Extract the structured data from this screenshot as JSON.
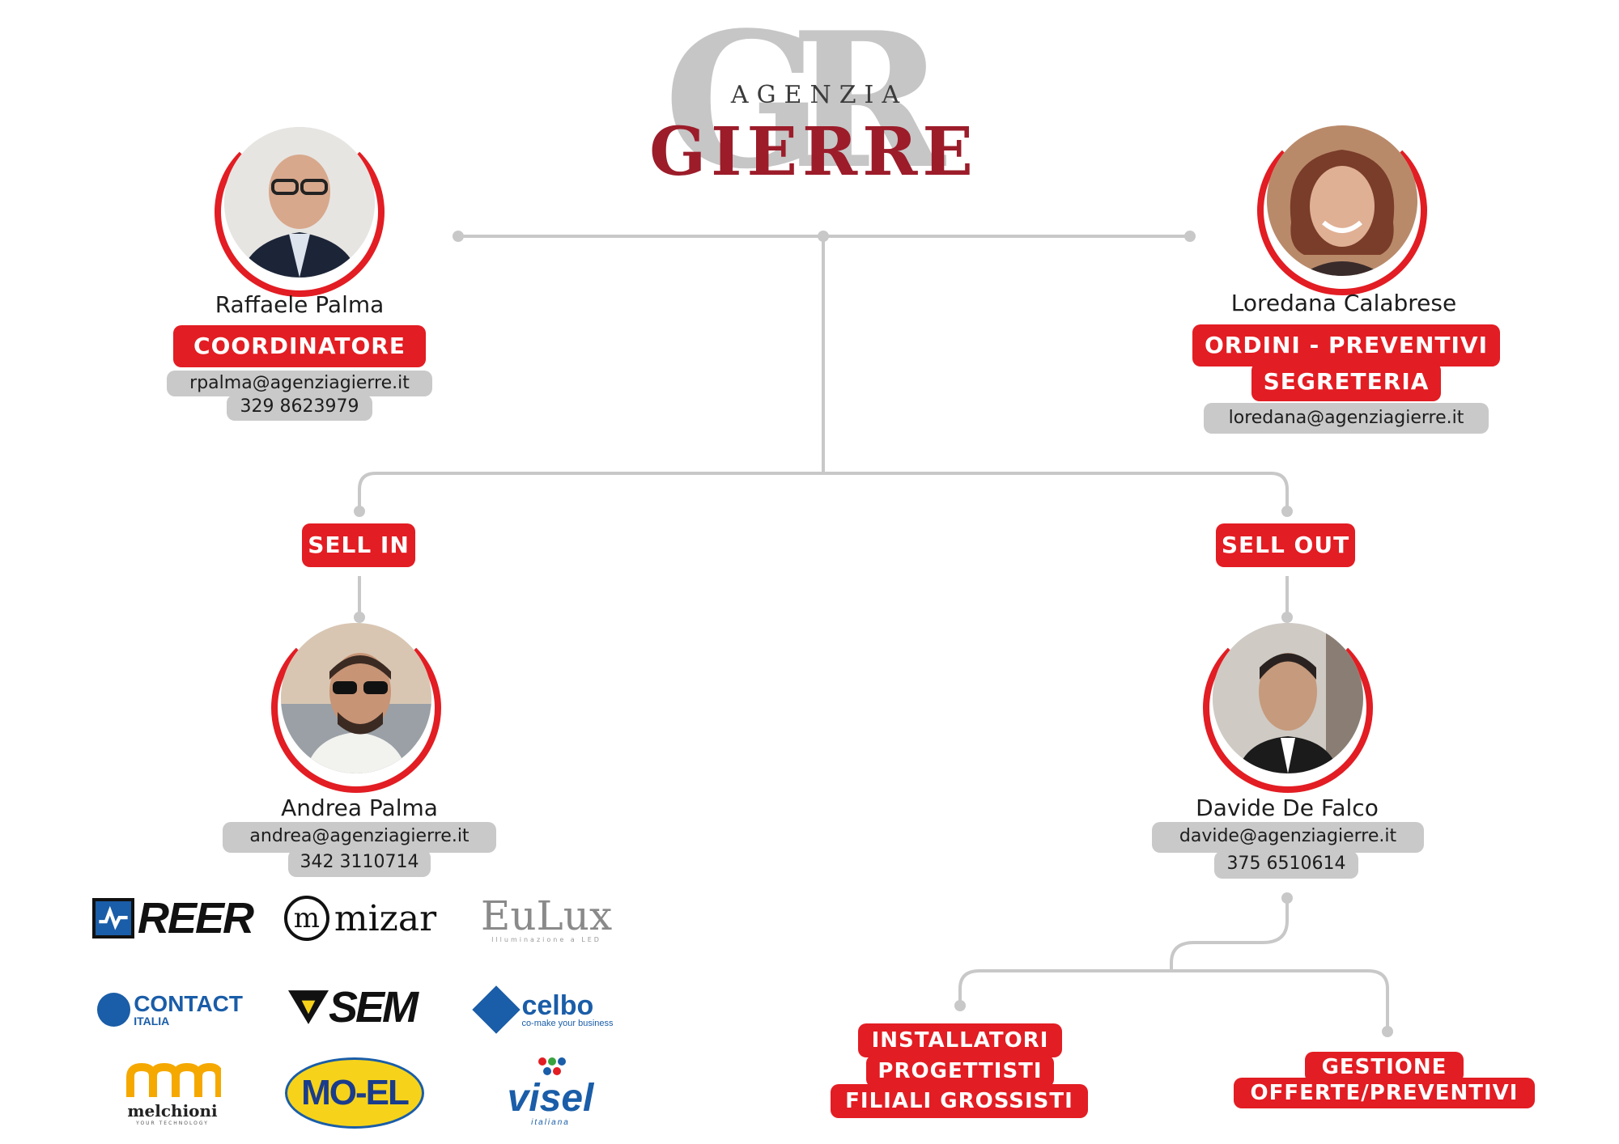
{
  "logo": {
    "monogram": "GR",
    "line1": "AGENZIA",
    "line2": "GIERRE"
  },
  "people": {
    "coordinator": {
      "name": "Raffaele Palma",
      "role": "COORDINATORE",
      "email": "rpalma@agenziagierre.it",
      "phone": "329 8623979"
    },
    "office": {
      "name": "Loredana Calabrese",
      "role_line1": "ORDINI - PREVENTIVI",
      "role_line2": "SEGRETERIA",
      "email": "loredana@agenziagierre.it"
    },
    "sell_in": {
      "name": "Andrea Palma",
      "email": "andrea@agenziagierre.it",
      "phone": "342 3110714"
    },
    "sell_out": {
      "name": "Davide De Falco",
      "email": "davide@agenziagierre.it",
      "phone": "375 6510614"
    }
  },
  "branches": {
    "sell_in_label": "SELL IN",
    "sell_out_label": "SELL OUT"
  },
  "targets": {
    "left_line1": "INSTALLATORI",
    "left_line2": "PROGETTISTI",
    "left_line3": "FILIALI GROSSISTI",
    "right_line1": "GESTIONE",
    "right_line2": "OFFERTE/PREVENTIVI"
  },
  "brands": {
    "reer": "REER",
    "mizar": "mizar",
    "mizar_mark": "m",
    "eulux": "EuLux",
    "eulux_sub": "Illuminazione a LED",
    "contact": "CONTACT",
    "contact_sub": "ITALIA",
    "sem": "SEM",
    "celbo": "celbo",
    "celbo_sub": "co-make your business",
    "melchioni": "melchioni",
    "melchioni_sub": "YOUR TECHNOLOGY",
    "moel": "MO-EL",
    "visel": "visel",
    "visel_sub": "italiana"
  },
  "colors": {
    "red": "#e21d23",
    "dark_red": "#9c1c2a",
    "gray_pill": "#c9c9c9",
    "line_gray": "#c8c8c8"
  }
}
